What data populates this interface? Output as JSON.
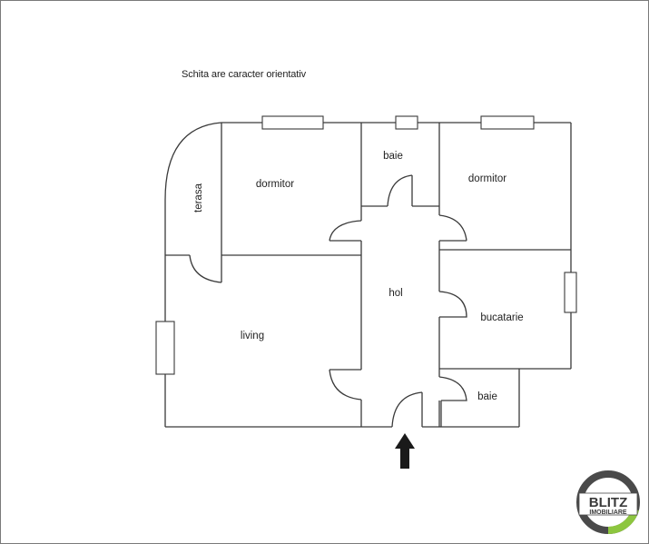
{
  "note": "Schita are caracter orientativ",
  "rooms": {
    "terasa": "terasa",
    "dormitor_1": "dormitor",
    "baie_top": "baie",
    "dormitor_2": "dormitor",
    "hol": "hol",
    "living": "living",
    "bucatarie": "bucatarie",
    "baie_bottom": "baie"
  },
  "entrance_arrow": "entrance-arrow-up",
  "logo": {
    "line1": "BLITZ",
    "line2": "IMOBILIARE",
    "ring_color": "#4a4a4a",
    "accent_color": "#8dc63f"
  },
  "colors": {
    "wall": "#3a3a3a",
    "background": "#ffffff",
    "border": "#7a7a7a"
  }
}
